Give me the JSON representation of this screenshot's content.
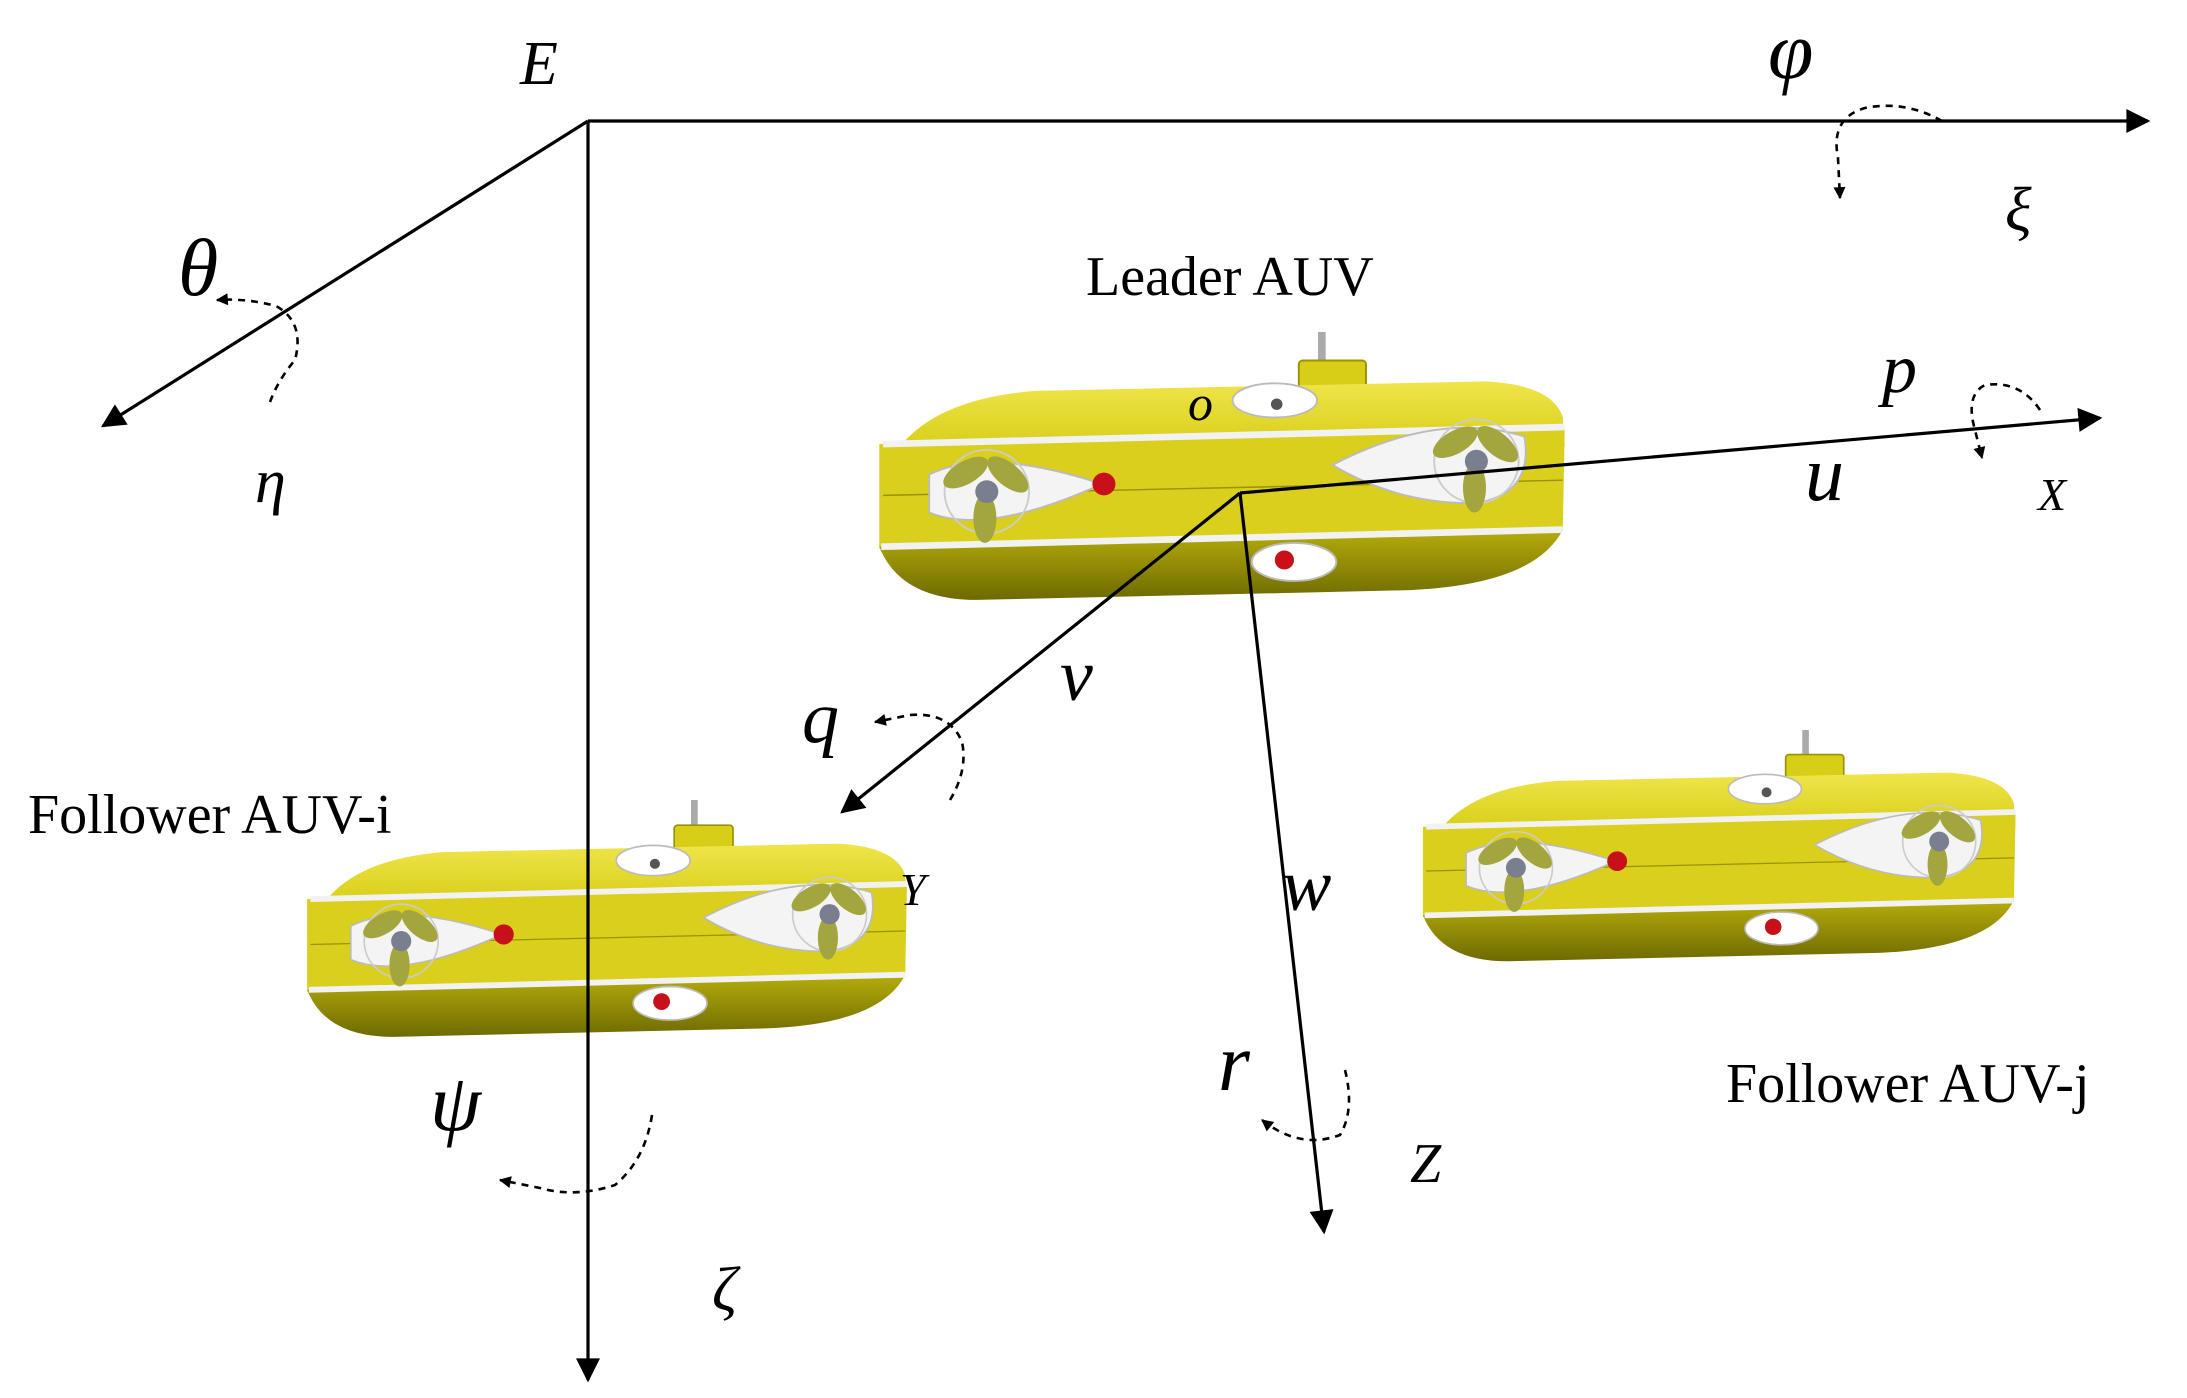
{
  "earth_frame": {
    "origin": "E",
    "axis_xi": "ξ",
    "axis_eta": "η",
    "axis_zeta": "ζ",
    "angle_phi": "φ",
    "angle_theta": "θ",
    "angle_psi": "ψ"
  },
  "body_frame": {
    "origin": "o",
    "axis_x": "X",
    "axis_y": "Y",
    "axis_z": "Z",
    "vel_u": "u",
    "vel_v": "v",
    "vel_w": "w",
    "rate_p": "p",
    "rate_q": "q",
    "rate_r": "r"
  },
  "vehicles": {
    "leader": "Leader AUV",
    "follower_i": "Follower AUV-i",
    "follower_j": "Follower AUV-j"
  },
  "colors": {
    "hull": "#e0d820",
    "hull_dark": "#8a8500",
    "stripe": "#e8e8e8",
    "propeller": "#9a9c3a",
    "light": "#c8101a"
  }
}
